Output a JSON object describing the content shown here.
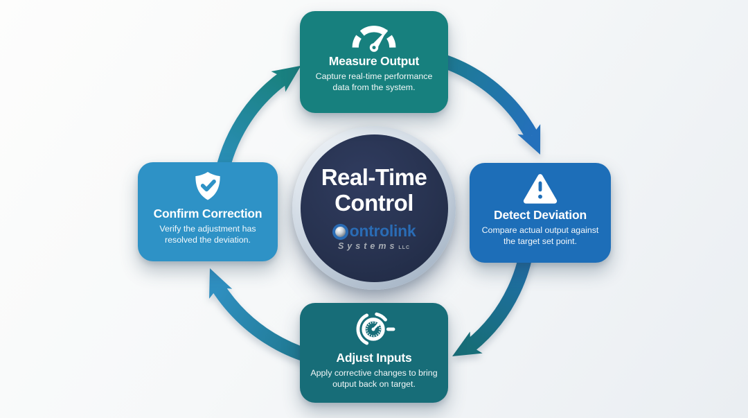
{
  "background": {
    "gradient_from": "#fdfdfc",
    "gradient_to": "#eaeef2"
  },
  "center": {
    "title_line1": "Real-Time",
    "title_line2": "Control",
    "circle_fill": "#27324f",
    "ring_color": "#c3cedb",
    "logo": {
      "brand_blue": "#2a6cb5",
      "wordmark_rest": "ontrolink",
      "sub": "Systems",
      "suffix": "LLC"
    }
  },
  "steps": [
    {
      "position": "top",
      "title": "Measure Output",
      "description": "Capture real-time performance data from the system.",
      "icon": "gauge-icon",
      "color": "#17807e"
    },
    {
      "position": "right",
      "title": "Detect Deviation",
      "description": "Compare actual output against the target set point.",
      "icon": "warning-triangle-icon",
      "color": "#1d6eb8"
    },
    {
      "position": "bottom",
      "title": "Adjust Inputs",
      "description": "Apply corrective changes to bring output back on target.",
      "icon": "dial-icon",
      "color": "#176d78"
    },
    {
      "position": "left",
      "title": "Confirm Correction",
      "description": "Verify the adjustment has resolved the deviation.",
      "icon": "shield-check-icon",
      "color": "#2e92c6"
    }
  ],
  "arrows": {
    "direction": "clockwise",
    "teal": "#1a8180",
    "blue": "#2470bb",
    "light_blue": "#2f8fc0",
    "dark_teal": "#176d78"
  }
}
